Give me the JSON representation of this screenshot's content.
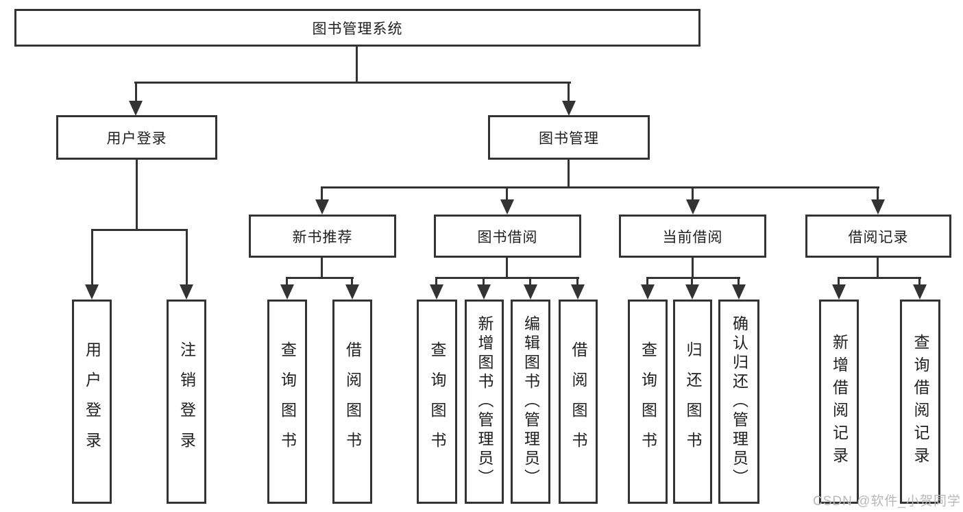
{
  "colors": {
    "line": "#333333",
    "box_border": "#333333",
    "box_background": "#ffffff",
    "text": "#1f1f1f",
    "watermark": "#b8b8b8"
  },
  "nodes": {
    "root": "图书管理系统",
    "login": "用户登录",
    "mgmt": "图书管理",
    "recommend": "新书推荐",
    "borrow": "图书借阅",
    "current": "当前借阅",
    "records": "借阅记录",
    "leaf_login": "用户登录",
    "leaf_logout": "注销登录",
    "leaf_rec_query_book": "查询图书",
    "leaf_rec_borrow_book": "借阅图书",
    "leaf_bor_query_book": "查询图书",
    "leaf_bor_add_book": "新增图书（管理员）",
    "leaf_bor_edit_book": "编辑图书（管理员）",
    "leaf_bor_borrow_book": "借阅图书",
    "leaf_cur_query_book": "查询图书",
    "leaf_cur_return_book": "归还图书",
    "leaf_cur_confirm_return": "确认归还（管理员）",
    "leaf_his_add_record": "新增借阅记录",
    "leaf_his_query_record": "查询借阅记录"
  },
  "watermark": "CSDN @软件_小贺同学"
}
